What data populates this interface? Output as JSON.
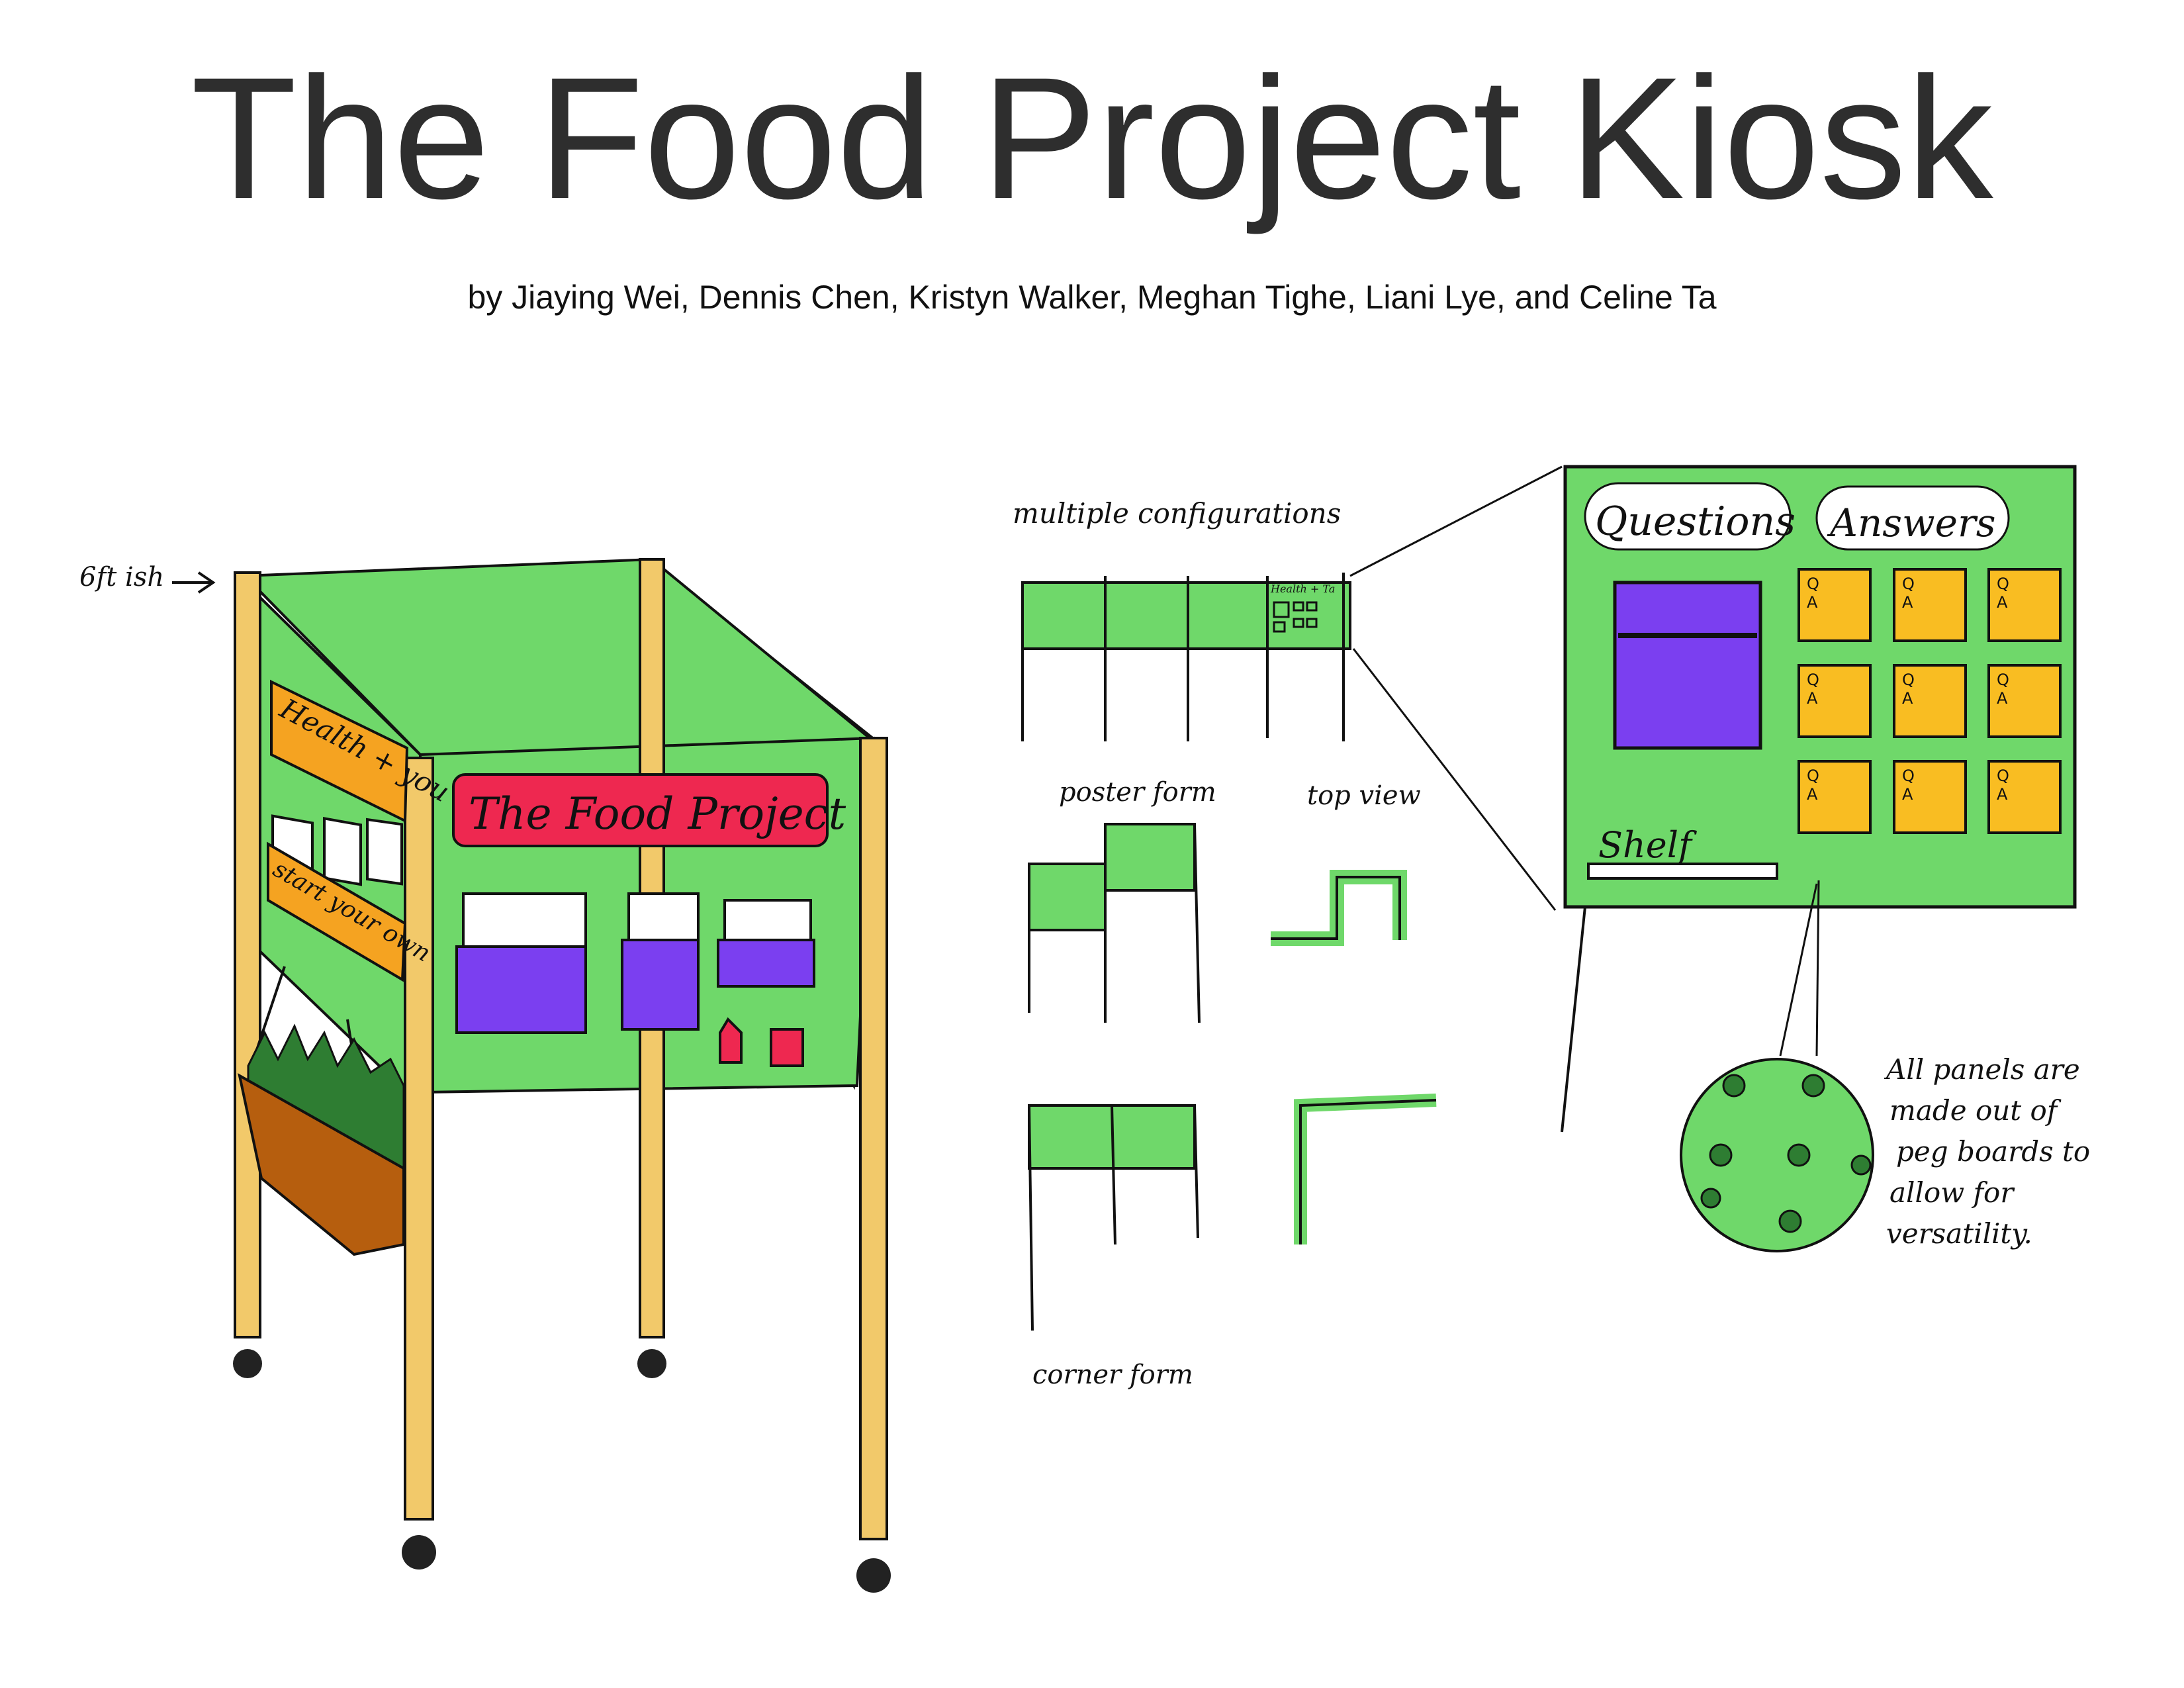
{
  "title": "The Food Project Kiosk",
  "authors": "by Jiaying Wei, Dennis Chen, Kristyn Walker, Meghan Tighe, Liani Lye, and Celine Ta",
  "kiosk": {
    "height_note": "6ft ish",
    "left_panel_top": "Health + you",
    "left_panel_bottom": "start your own",
    "front_sign": "The Food Project"
  },
  "configurations": {
    "heading": "multiple configurations",
    "mini_sign": "Health + Ta",
    "poster_form": "poster form",
    "top_view": "top view",
    "corner_form": "corner form"
  },
  "detail": {
    "questions": "Questions",
    "answers": "Answers",
    "shelf": "Shelf",
    "card_q": "Q",
    "card_a": "A"
  },
  "pegboard_note": [
    "All panels are",
    "made out of",
    "peg boards to",
    "allow for",
    "versatility."
  ],
  "colors": {
    "panel_green": "#6fd86a",
    "pole_wood": "#f2c96a",
    "sign_orange": "#f5a321",
    "sign_red": "#ee2850",
    "bin_purple": "#7b3ff0",
    "card_yellow": "#f9bd22",
    "planter_brown": "#b65e0e"
  }
}
